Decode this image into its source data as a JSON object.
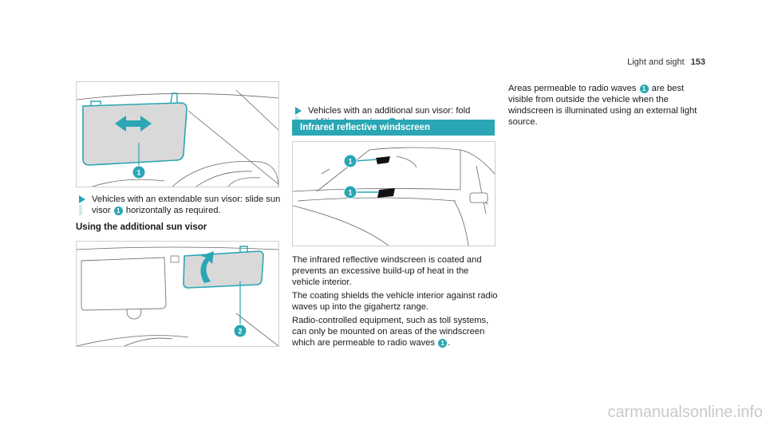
{
  "header": {
    "section": "Light and sight",
    "page_number": "153"
  },
  "left": {
    "fig1_callout": "1",
    "step1": {
      "pre": "Vehicles with an extendable sun visor: slide sun visor",
      "callout": "1",
      "post": "horizontally as required."
    },
    "subheading": "Using the additional sun visor",
    "fig2_callout": "2"
  },
  "middle": {
    "step2": {
      "pre": "Vehicles with an additional sun visor: fold additional sun visor",
      "callout": "2",
      "post": "down."
    },
    "banner": "Infrared reflective windscreen",
    "fig3_callouts": [
      "1",
      "1"
    ],
    "para1": "The infrared reflective windscreen is coated and prevents an excessive build-up of heat in the vehicle interior.",
    "para2": "The coating shields the vehicle interior against radio waves up into the gigahertz range.",
    "para3": {
      "pre": "Radio-controlled equipment, such as toll systems, can only be mounted on areas of the windscreen which are permeable to radio waves",
      "callout": "1",
      "post": "."
    }
  },
  "right": {
    "para": {
      "pre": "Areas permeable to radio waves",
      "callout": "1",
      "post": "are best visible from outside the vehicle when the windscreen is illuminated using an external light source."
    }
  },
  "watermark": "carmanualsonline.info",
  "colors": {
    "accent": "#2aa6b4",
    "figure_line": "#555555"
  }
}
